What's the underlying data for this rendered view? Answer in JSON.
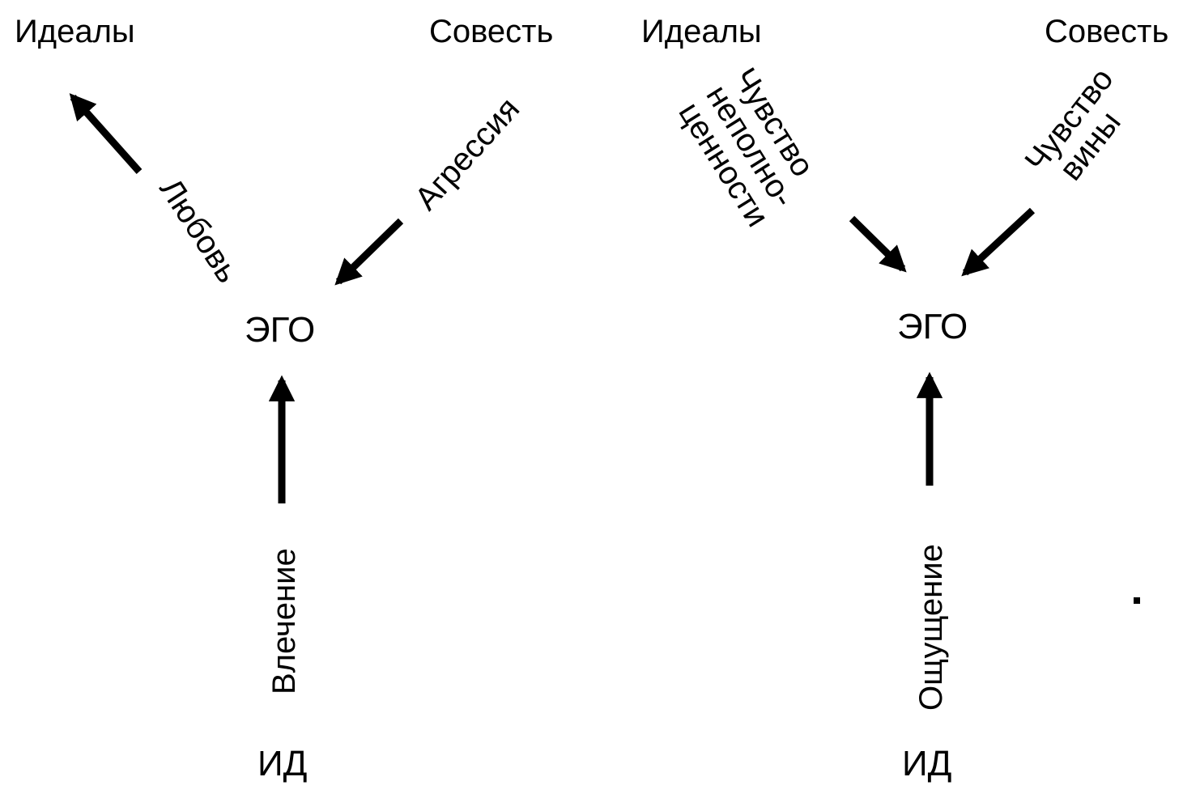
{
  "left_diagram": {
    "ideals": "Идеалы",
    "conscience": "Совесть",
    "love": "Любовь",
    "aggression": "Агрессия",
    "ego": "ЭГО",
    "drive": "Влечение",
    "id": "ИД"
  },
  "right_diagram": {
    "ideals": "Идеалы",
    "conscience": "Совесть",
    "inferiority": [
      "Чувство",
      "неполно-",
      "ценности"
    ],
    "guilt": [
      "Чувство",
      "вины"
    ],
    "ego": "ЭГО",
    "sensation": "Ощущение",
    "id": "ИД"
  },
  "colors": {
    "ink": "#000000",
    "background": "#ffffff"
  }
}
